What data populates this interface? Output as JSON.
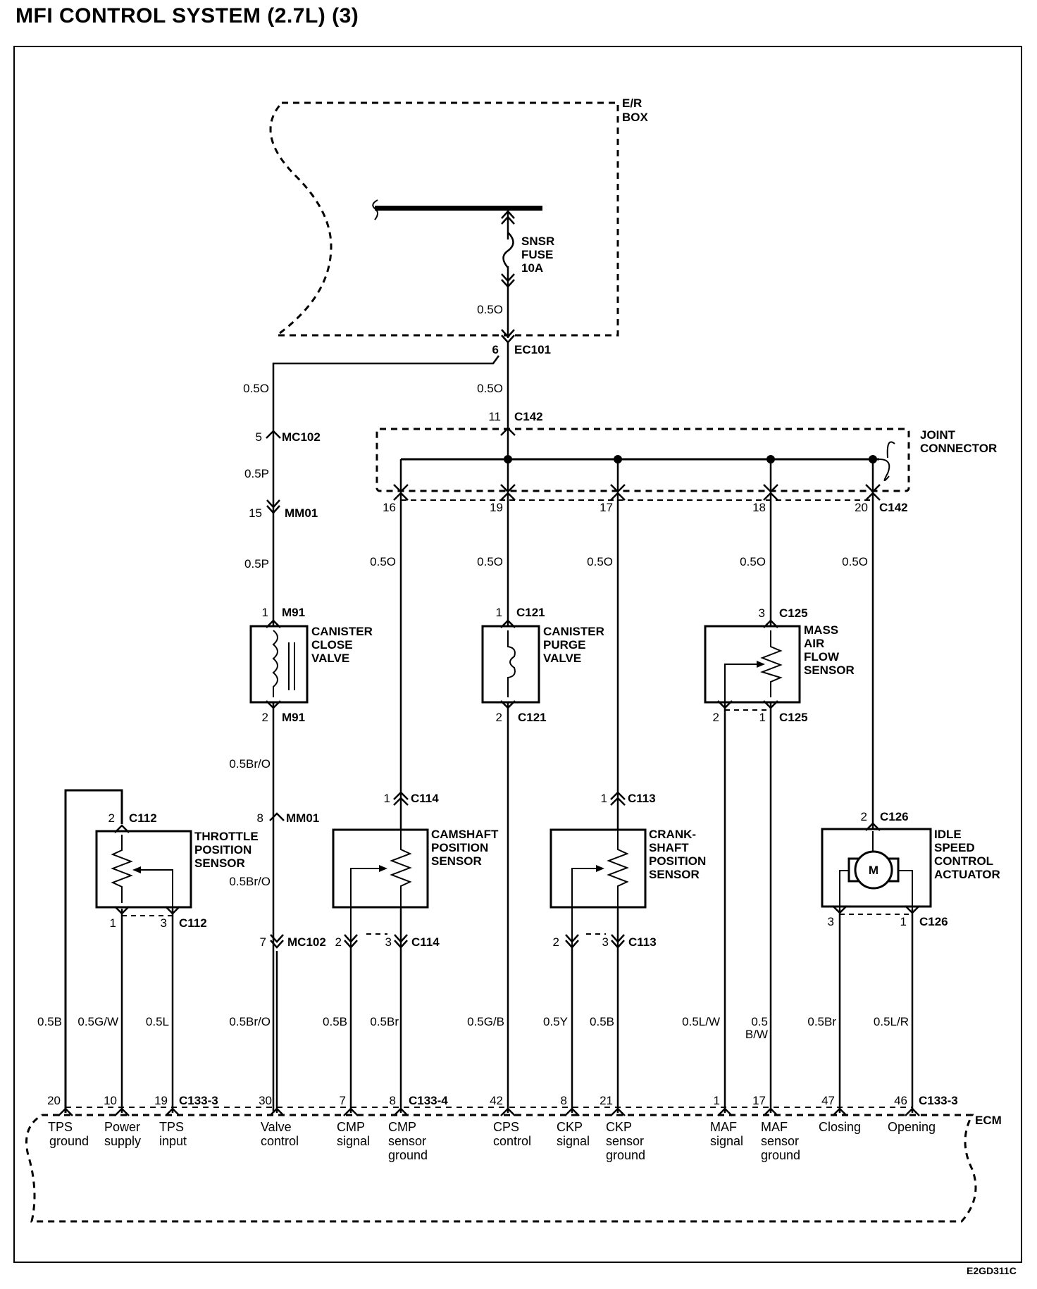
{
  "title": "MFI CONTROL SYSTEM (2.7L) (3)",
  "figure_code": "E2GD311C",
  "er_box": {
    "label_lines": [
      "E/R",
      "BOX"
    ],
    "fuse_lines": [
      "SNSR",
      "FUSE",
      "10A"
    ],
    "fuse_wire": "0.5O"
  },
  "ec101": {
    "pin": "6",
    "name": "EC101"
  },
  "feed_wire": "0.5O",
  "c142_in": {
    "pin": "11",
    "name": "C142",
    "wire": "0.5O"
  },
  "joint_connector": {
    "label_lines": [
      "JOINT",
      "CONNECTOR"
    ],
    "connector": "C142",
    "outputs": [
      {
        "pin": "16",
        "wire": "0.5O"
      },
      {
        "pin": "19",
        "wire": "0.5O"
      },
      {
        "pin": "17",
        "wire": "0.5O"
      },
      {
        "pin": "18",
        "wire": "0.5O"
      },
      {
        "pin": "20",
        "wire": "0.5O"
      }
    ]
  },
  "canister_close_feed": {
    "wire_top": "0.5O",
    "mc102_top": {
      "pin": "5",
      "name": "MC102"
    },
    "wire_mid": "0.5P",
    "mm01_top": {
      "pin": "15",
      "name": "MM01"
    },
    "wire_low": "0.5P"
  },
  "components": {
    "canister_close_valve": {
      "label_lines": [
        "CANISTER",
        "CLOSE",
        "VALVE"
      ],
      "top_pin": "1",
      "bottom_pin": "2",
      "connector": "M91"
    },
    "canister_purge_valve": {
      "label_lines": [
        "CANISTER",
        "PURGE",
        "VALVE"
      ],
      "top_pin": "1",
      "bottom_pin": "2",
      "connector": "C121"
    },
    "mass_air_flow_sensor": {
      "label_lines": [
        "MASS",
        "AIR",
        "FLOW",
        "SENSOR"
      ],
      "top_pin": "3",
      "bottom_pins": [
        "2",
        "1"
      ],
      "connector": "C125"
    },
    "throttle_position_sensor": {
      "label_lines": [
        "THROTTLE",
        "POSITION",
        "SENSOR"
      ],
      "top_pin": "2",
      "bottom_pins": [
        "1",
        "3"
      ],
      "connector": "C112"
    },
    "camshaft_position_sensor": {
      "label_lines": [
        "CAMSHAFT",
        "POSITION",
        "SENSOR"
      ],
      "top_pin": "1",
      "bottom_pins": [
        "2",
        "3"
      ],
      "connector": "C114"
    },
    "crankshaft_position_sensor": {
      "label_lines": [
        "CRANK-",
        "SHAFT",
        "POSITION",
        "SENSOR"
      ],
      "top_pin": "1",
      "bottom_pins": [
        "2",
        "3"
      ],
      "connector": "C113"
    },
    "idle_speed_control_actuator": {
      "label_lines": [
        "IDLE",
        "SPEED",
        "CONTROL",
        "ACTUATOR"
      ],
      "top_pin": "2",
      "bottom_pins": [
        "3",
        "1"
      ],
      "connector": "C126",
      "motor_symbol": "M"
    }
  },
  "valve_control_path": {
    "wire_a": "0.5Br/O",
    "mm01_bottom": {
      "pin": "8",
      "name": "MM01"
    },
    "wire_b": "0.5Br/O",
    "mc102_bottom": {
      "pin": "7",
      "name": "MC102"
    }
  },
  "bottom_wires": [
    "0.5B",
    "0.5G/W",
    "0.5L",
    "0.5Br/O",
    "0.5B",
    "0.5Br",
    "0.5G/B",
    "0.5Y",
    "0.5B",
    "0.5L/W",
    "0.5",
    "B/W",
    "0.5Br",
    "0.5L/R"
  ],
  "ecm": {
    "label": "ECM",
    "connectors": {
      "a": "C133-3",
      "b": "C133-4",
      "c": "C133-3"
    },
    "pins": [
      {
        "num": "20",
        "lines": [
          "TPS",
          "ground"
        ]
      },
      {
        "num": "10",
        "lines": [
          "Power",
          "supply"
        ]
      },
      {
        "num": "19",
        "lines": [
          "TPS",
          "input"
        ]
      },
      {
        "num": "30",
        "lines": [
          "Valve",
          "control"
        ]
      },
      {
        "num": "7",
        "lines": [
          "CMP",
          "signal"
        ]
      },
      {
        "num": "8",
        "lines": [
          "CMP",
          "sensor",
          "ground"
        ]
      },
      {
        "num": "42",
        "lines": [
          "CPS",
          "control"
        ]
      },
      {
        "num": "8",
        "lines": [
          "CKP",
          "signal"
        ]
      },
      {
        "num": "21",
        "lines": [
          "CKP",
          "sensor",
          "ground"
        ]
      },
      {
        "num": "1",
        "lines": [
          "MAF",
          "signal"
        ]
      },
      {
        "num": "17",
        "lines": [
          "MAF",
          "sensor",
          "ground"
        ]
      },
      {
        "num": "47",
        "lines": [
          "Closing"
        ]
      },
      {
        "num": "46",
        "lines": [
          "Opening"
        ]
      }
    ]
  }
}
